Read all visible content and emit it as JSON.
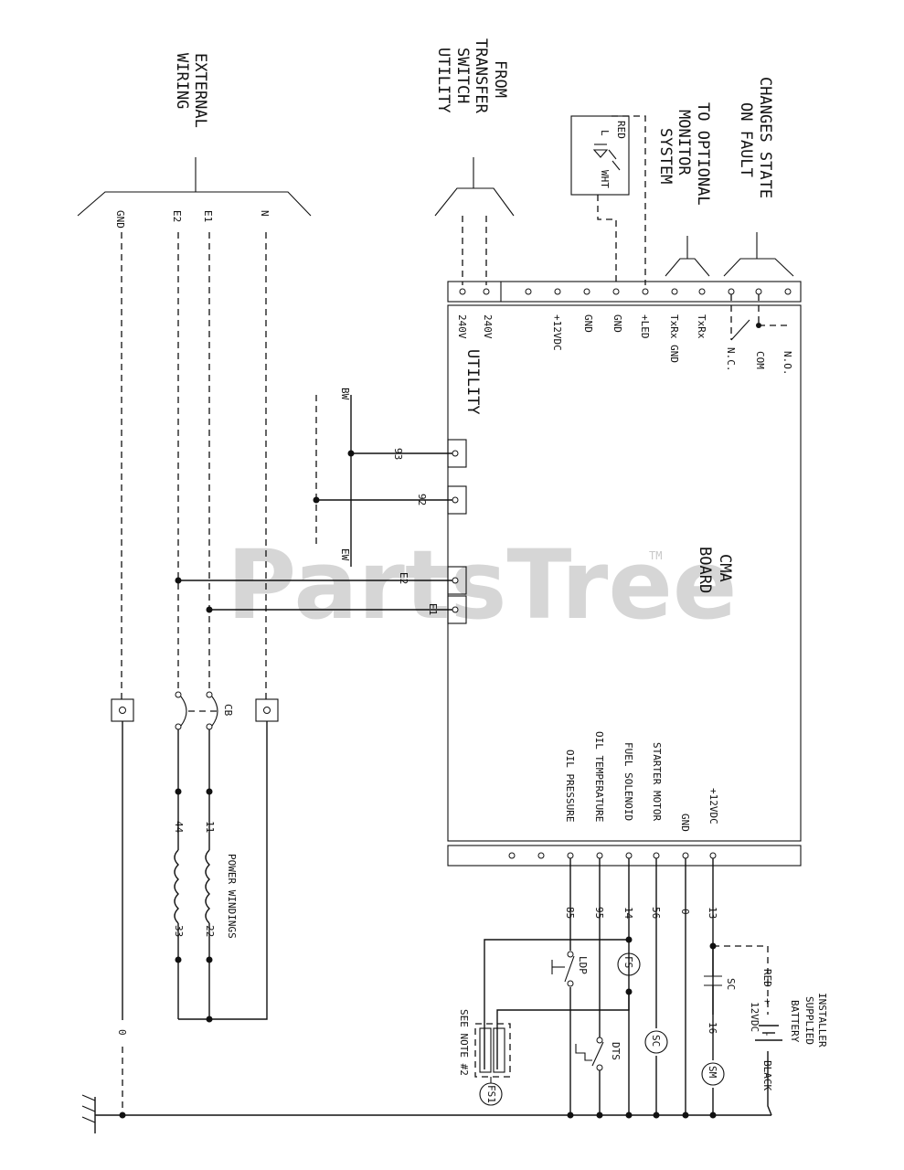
{
  "watermark": {
    "text": "PartsTree",
    "tm": "TM"
  },
  "headers": {
    "external_wiring": [
      "EXTERNAL",
      "WIRING"
    ],
    "from_transfer": [
      "FROM",
      "TRANSFER",
      "SWITCH",
      "UTILITY"
    ],
    "to_monitor": [
      "TO OPTIONAL",
      "MONITOR",
      "SYSTEM"
    ],
    "changes_state": [
      "CHANGES STATE",
      "ON FAULT"
    ]
  },
  "external_leads": [
    "GND",
    "E2",
    "E1",
    "N"
  ],
  "led": {
    "red": "RED",
    "l": "L",
    "wht": "WHT"
  },
  "top_terminals": [
    "240V",
    "240V",
    "+12VDC",
    "GND",
    "GND",
    "+LED",
    "TxRx GND",
    "TxRx",
    "N.C.",
    "COM",
    "N.O."
  ],
  "utility_label": "UTILITY",
  "board": [
    "CMA",
    "BOARD"
  ],
  "sense_wires": [
    "93",
    "92",
    "E2",
    "E1"
  ],
  "bw_ew": {
    "bw": "BW",
    "ew": "EW"
  },
  "bottom_terminals": [
    "+12VDC",
    "GND",
    "STARTER MOTOR",
    "FUEL SOLENOID",
    "OIL TEMPERATURE",
    "OIL PRESSURE"
  ],
  "wire_numbers": [
    "13",
    "0",
    "56",
    "14",
    "95",
    "85"
  ],
  "cb": "CB",
  "windings": {
    "title": "POWER WINDINGS",
    "nums": [
      "11",
      "22",
      "44",
      "33"
    ]
  },
  "neutral_wire": "0",
  "components": {
    "sc": "SC",
    "fs": "FS",
    "ldp": "LDP",
    "dts": "DTS",
    "sm": "SM",
    "fs1": "FS1",
    "sc_wire": "16"
  },
  "battery": {
    "installer": [
      "INSTALLER",
      "SUPPLIED"
    ],
    "battery": "BATTERY",
    "volt": "12VDC",
    "red": "RED",
    "black": "BLACK",
    "plus": "+",
    "minus": "-"
  },
  "note": "SEE NOTE #2"
}
